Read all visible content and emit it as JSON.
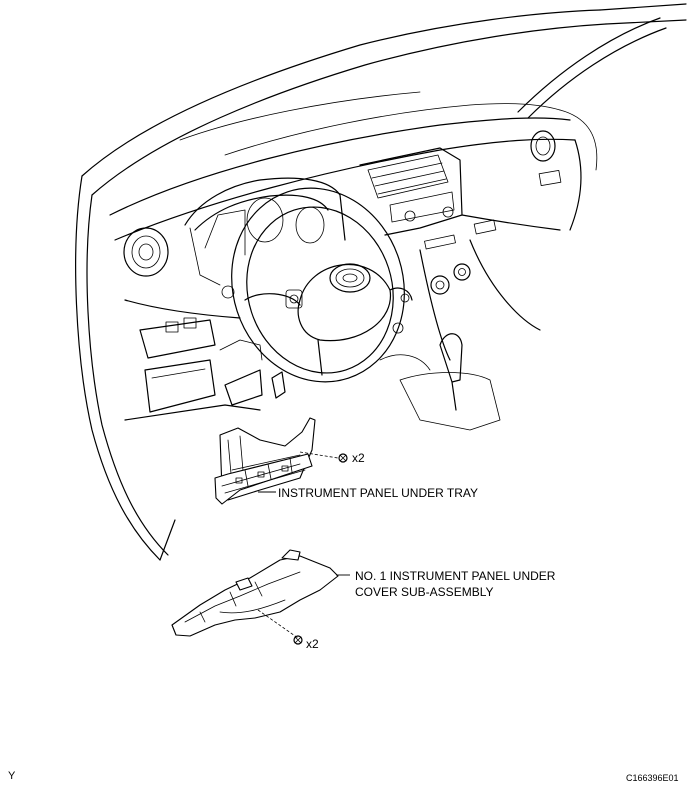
{
  "labels": {
    "under_tray": "INSTRUMENT PANEL UNDER TRAY",
    "under_cover_line1": "NO. 1 INSTRUMENT PANEL UNDER",
    "under_cover_line2": "COVER SUB-ASSEMBLY",
    "qty_tray_screws": "x2",
    "qty_cover_screws": "x2",
    "corner_letter": "Y",
    "figure_code": "C166396E01"
  }
}
